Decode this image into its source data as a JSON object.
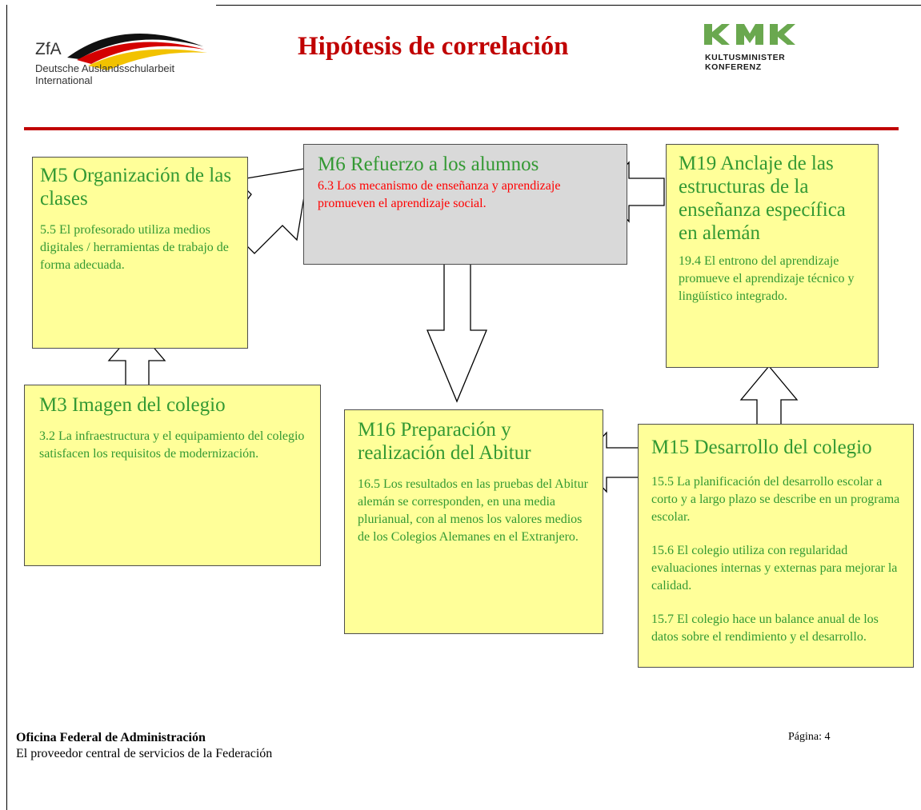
{
  "header": {
    "title": "Hipótesis de correlación",
    "zfa_logo": {
      "abbr": "ZfA",
      "line1": "Deutsche Auslandsschularbeit",
      "line2": "International"
    },
    "kmk_logo": {
      "line1": "KULTUSMINISTER",
      "line2": "KONFERENZ"
    }
  },
  "colors": {
    "title_red": "#c00000",
    "box_yellow": "#ffff99",
    "box_grey": "#d9d9d9",
    "text_green": "#339933",
    "text_red": "#ff0000",
    "kmk_green": "#6aa84f"
  },
  "boxes": {
    "m5": {
      "title": "M5 Organización de las clases",
      "body": "5.5 El profesorado utiliza medios digitales / herramientas de trabajo de forma adecuada."
    },
    "m6": {
      "title": "M6 Refuerzo a los alumnos",
      "body": "6.3 Los mecanismo de enseñanza y aprendizaje promueven el aprendizaje social."
    },
    "m19": {
      "title": "M19 Anclaje de las estructuras de la enseñanza específica en alemán",
      "body": "19.4 El entrono del aprendizaje promueve el aprendizaje técnico y lingüístico integrado."
    },
    "m3": {
      "title": "M3 Imagen del colegio",
      "body": "3.2 La infraestructura y el equipamiento del colegio satisfacen los requisitos de modernización."
    },
    "m16": {
      "title": "M16 Preparación y realización del Abitur",
      "body": "16.5 Los resultados en las pruebas del Abitur alemán se corresponden,  en una media plurianual, con al menos los valores medios de los Colegios Alemanes en el Extranjero."
    },
    "m15": {
      "title": "M15 Desarrollo del colegio",
      "body": [
        "15.5 La planificación del desarrollo escolar a corto y a largo plazo se describe en un programa escolar.",
        "15.6 El colegio utiliza con regularidad evaluaciones internas y externas para mejorar la calidad.",
        "15.7 El colegio hace un balance anual de los datos sobre el rendimiento y el desarrollo."
      ]
    }
  },
  "footer": {
    "org": "Oficina Federal de Administración",
    "tagline": "El proveedor central de servicios de la Federación",
    "page": "Página: 4"
  }
}
